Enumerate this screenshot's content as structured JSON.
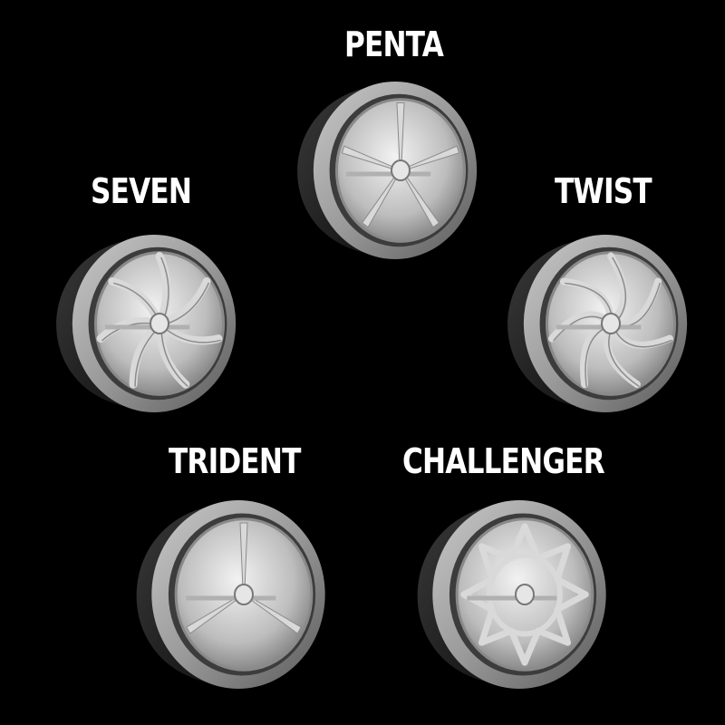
{
  "colors": {
    "background": "#000000",
    "label": "#ffffff",
    "tire": "#1a1a1a",
    "lip": "#9a9a9a",
    "barrel": "#bdbdbd",
    "spoke": "#d9d9d9"
  },
  "wheels": [
    {
      "id": "penta",
      "label": "PENTA",
      "spokes": 5,
      "style": "straight"
    },
    {
      "id": "seven",
      "label": "SEVEN",
      "spokes": 7,
      "style": "curved"
    },
    {
      "id": "twist",
      "label": "TWIST",
      "spokes": 7,
      "style": "twist"
    },
    {
      "id": "trident",
      "label": "TRIDENT",
      "spokes": 3,
      "style": "straight"
    },
    {
      "id": "challenger",
      "label": "CHALLENGER",
      "spokes": 8,
      "style": "mesh"
    }
  ]
}
